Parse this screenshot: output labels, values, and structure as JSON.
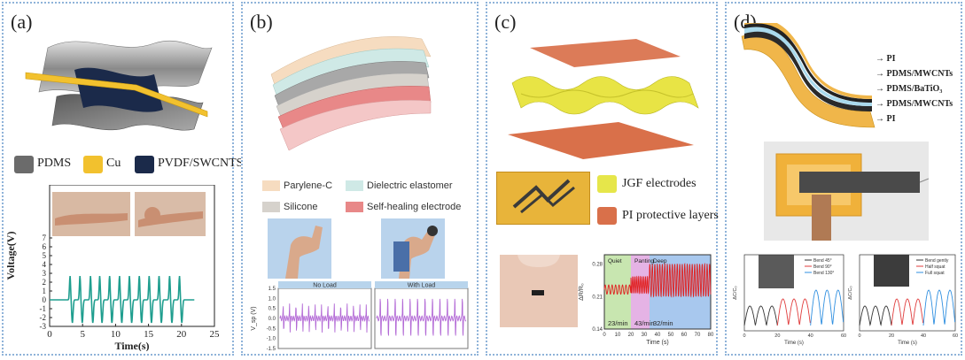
{
  "panels": {
    "a": {
      "label": "(a)",
      "legend": [
        "PDMS",
        "Cu",
        "PVDF/SWCNTS"
      ],
      "legend_colors": [
        "#6b6b6b",
        "#f2c12e",
        "#1b2a4a"
      ],
      "trace_color": "#1f9e8f"
    },
    "b": {
      "label": "(b)",
      "legend": [
        "Parylene-C",
        "Dielectric elastomer",
        "Silicone",
        "Self-healing electrode"
      ],
      "legend_colors": [
        "#f6dcc0",
        "#cfe9e6",
        "#d6d2cc",
        "#e88888"
      ],
      "trace_color": "#b36ad6"
    },
    "c": {
      "label": "(c)",
      "legend": [
        "JGF electrodes",
        "PI protective layers"
      ],
      "legend_colors": [
        "#e6e64a",
        "#d9704a"
      ]
    },
    "d": {
      "label": "(d)",
      "layers": [
        "→ PI",
        "→ PDMS/MWCNTs",
        "→ PDMS/BaTiO₃",
        "→ PDMS/MWCNTs",
        "→ PI"
      ]
    }
  },
  "chart_data": [
    {
      "type": "line",
      "panel": "a",
      "xlabel": "Time(s)",
      "ylabel": "Voltage(V)",
      "xlim": [
        0,
        25
      ],
      "ylim": [
        -3,
        7
      ],
      "xticks": [
        0,
        5,
        10,
        15,
        20,
        25
      ],
      "yticks": [
        -3,
        -2,
        -1,
        0,
        1,
        2,
        3,
        4,
        5,
        6,
        7
      ],
      "peak_times": [
        3.1,
        4.6,
        6.2,
        7.6,
        9.1,
        10.6,
        12.1,
        13.6,
        15.1,
        16.6,
        18.2,
        19.7
      ],
      "peak_value": 2.7,
      "trough_value": -2.6
    },
    {
      "type": "line",
      "panel": "b",
      "ylabel": "V_sp (V)",
      "ylim": [
        -1.5,
        1.5
      ],
      "yticks": [
        -1.5,
        -1.0,
        -0.5,
        0.0,
        0.5,
        1.0,
        1.5
      ],
      "segments": [
        "No Load",
        "With Load"
      ]
    },
    {
      "type": "line",
      "panel": "c",
      "xlabel": "Time (s)",
      "ylabel": "ΔR/R₀",
      "xlim": [
        0,
        80
      ],
      "ylim": [
        0.14,
        0.3
      ],
      "xticks": [
        0,
        10,
        20,
        30,
        40,
        50,
        60,
        70,
        80
      ],
      "yticks": [
        0.14,
        0.21,
        0.28
      ],
      "phases": [
        {
          "name": "Quiet",
          "rate": "23/min",
          "start": 0,
          "end": 20,
          "color": "#c8e6b0"
        },
        {
          "name": "Panting",
          "rate": "43/min",
          "start": 20,
          "end": 34,
          "color": "#e5b3e5"
        },
        {
          "name": "Deep",
          "rate": "32/min",
          "start": 34,
          "end": 80,
          "color": "#a8c8ee"
        }
      ]
    },
    {
      "type": "line",
      "panel": "d-left",
      "xlabel": "Time (s)",
      "ylabel": "ΔC/C₀",
      "xlim": [
        0,
        60
      ],
      "xticks": [
        0,
        20,
        40,
        60
      ],
      "series": [
        {
          "name": "Bend 45°",
          "color": "#333333"
        },
        {
          "name": "Bend 90°",
          "color": "#e03c3c"
        },
        {
          "name": "Bend 130°",
          "color": "#2f8fe0"
        }
      ]
    },
    {
      "type": "line",
      "panel": "d-right",
      "xlabel": "Time (s)",
      "ylabel": "ΔC/C₀",
      "xlim": [
        0,
        60
      ],
      "xticks": [
        0,
        20,
        40,
        60
      ],
      "series": [
        {
          "name": "Bend gently",
          "color": "#333333"
        },
        {
          "name": "Half squat",
          "color": "#e03c3c"
        },
        {
          "name": "Full squat",
          "color": "#2f8fe0"
        }
      ]
    }
  ]
}
